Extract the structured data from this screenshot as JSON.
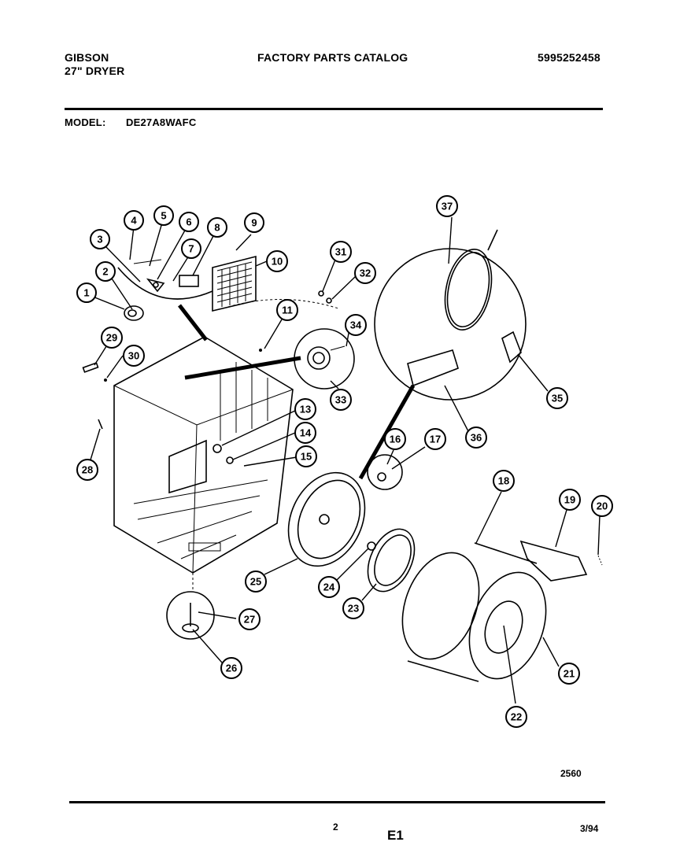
{
  "header": {
    "brand": "GIBSON",
    "product": "27\" DRYER",
    "catalog_title": "FACTORY PARTS CATALOG",
    "catalog_number": "5995252458",
    "model_label": "MODEL:",
    "model_value": "DE27A8WAFC"
  },
  "diagram": {
    "callouts": [
      "1",
      "2",
      "3",
      "4",
      "5",
      "6",
      "7",
      "8",
      "9",
      "10",
      "11",
      "13",
      "14",
      "15",
      "16",
      "17",
      "18",
      "19",
      "20",
      "21",
      "22",
      "23",
      "24",
      "25",
      "26",
      "27",
      "28",
      "29",
      "30",
      "31",
      "32",
      "33",
      "34",
      "35",
      "36",
      "37"
    ]
  },
  "footer": {
    "drawing_number": "2560",
    "page_number": "2",
    "section": "E1",
    "date": "3/94"
  }
}
